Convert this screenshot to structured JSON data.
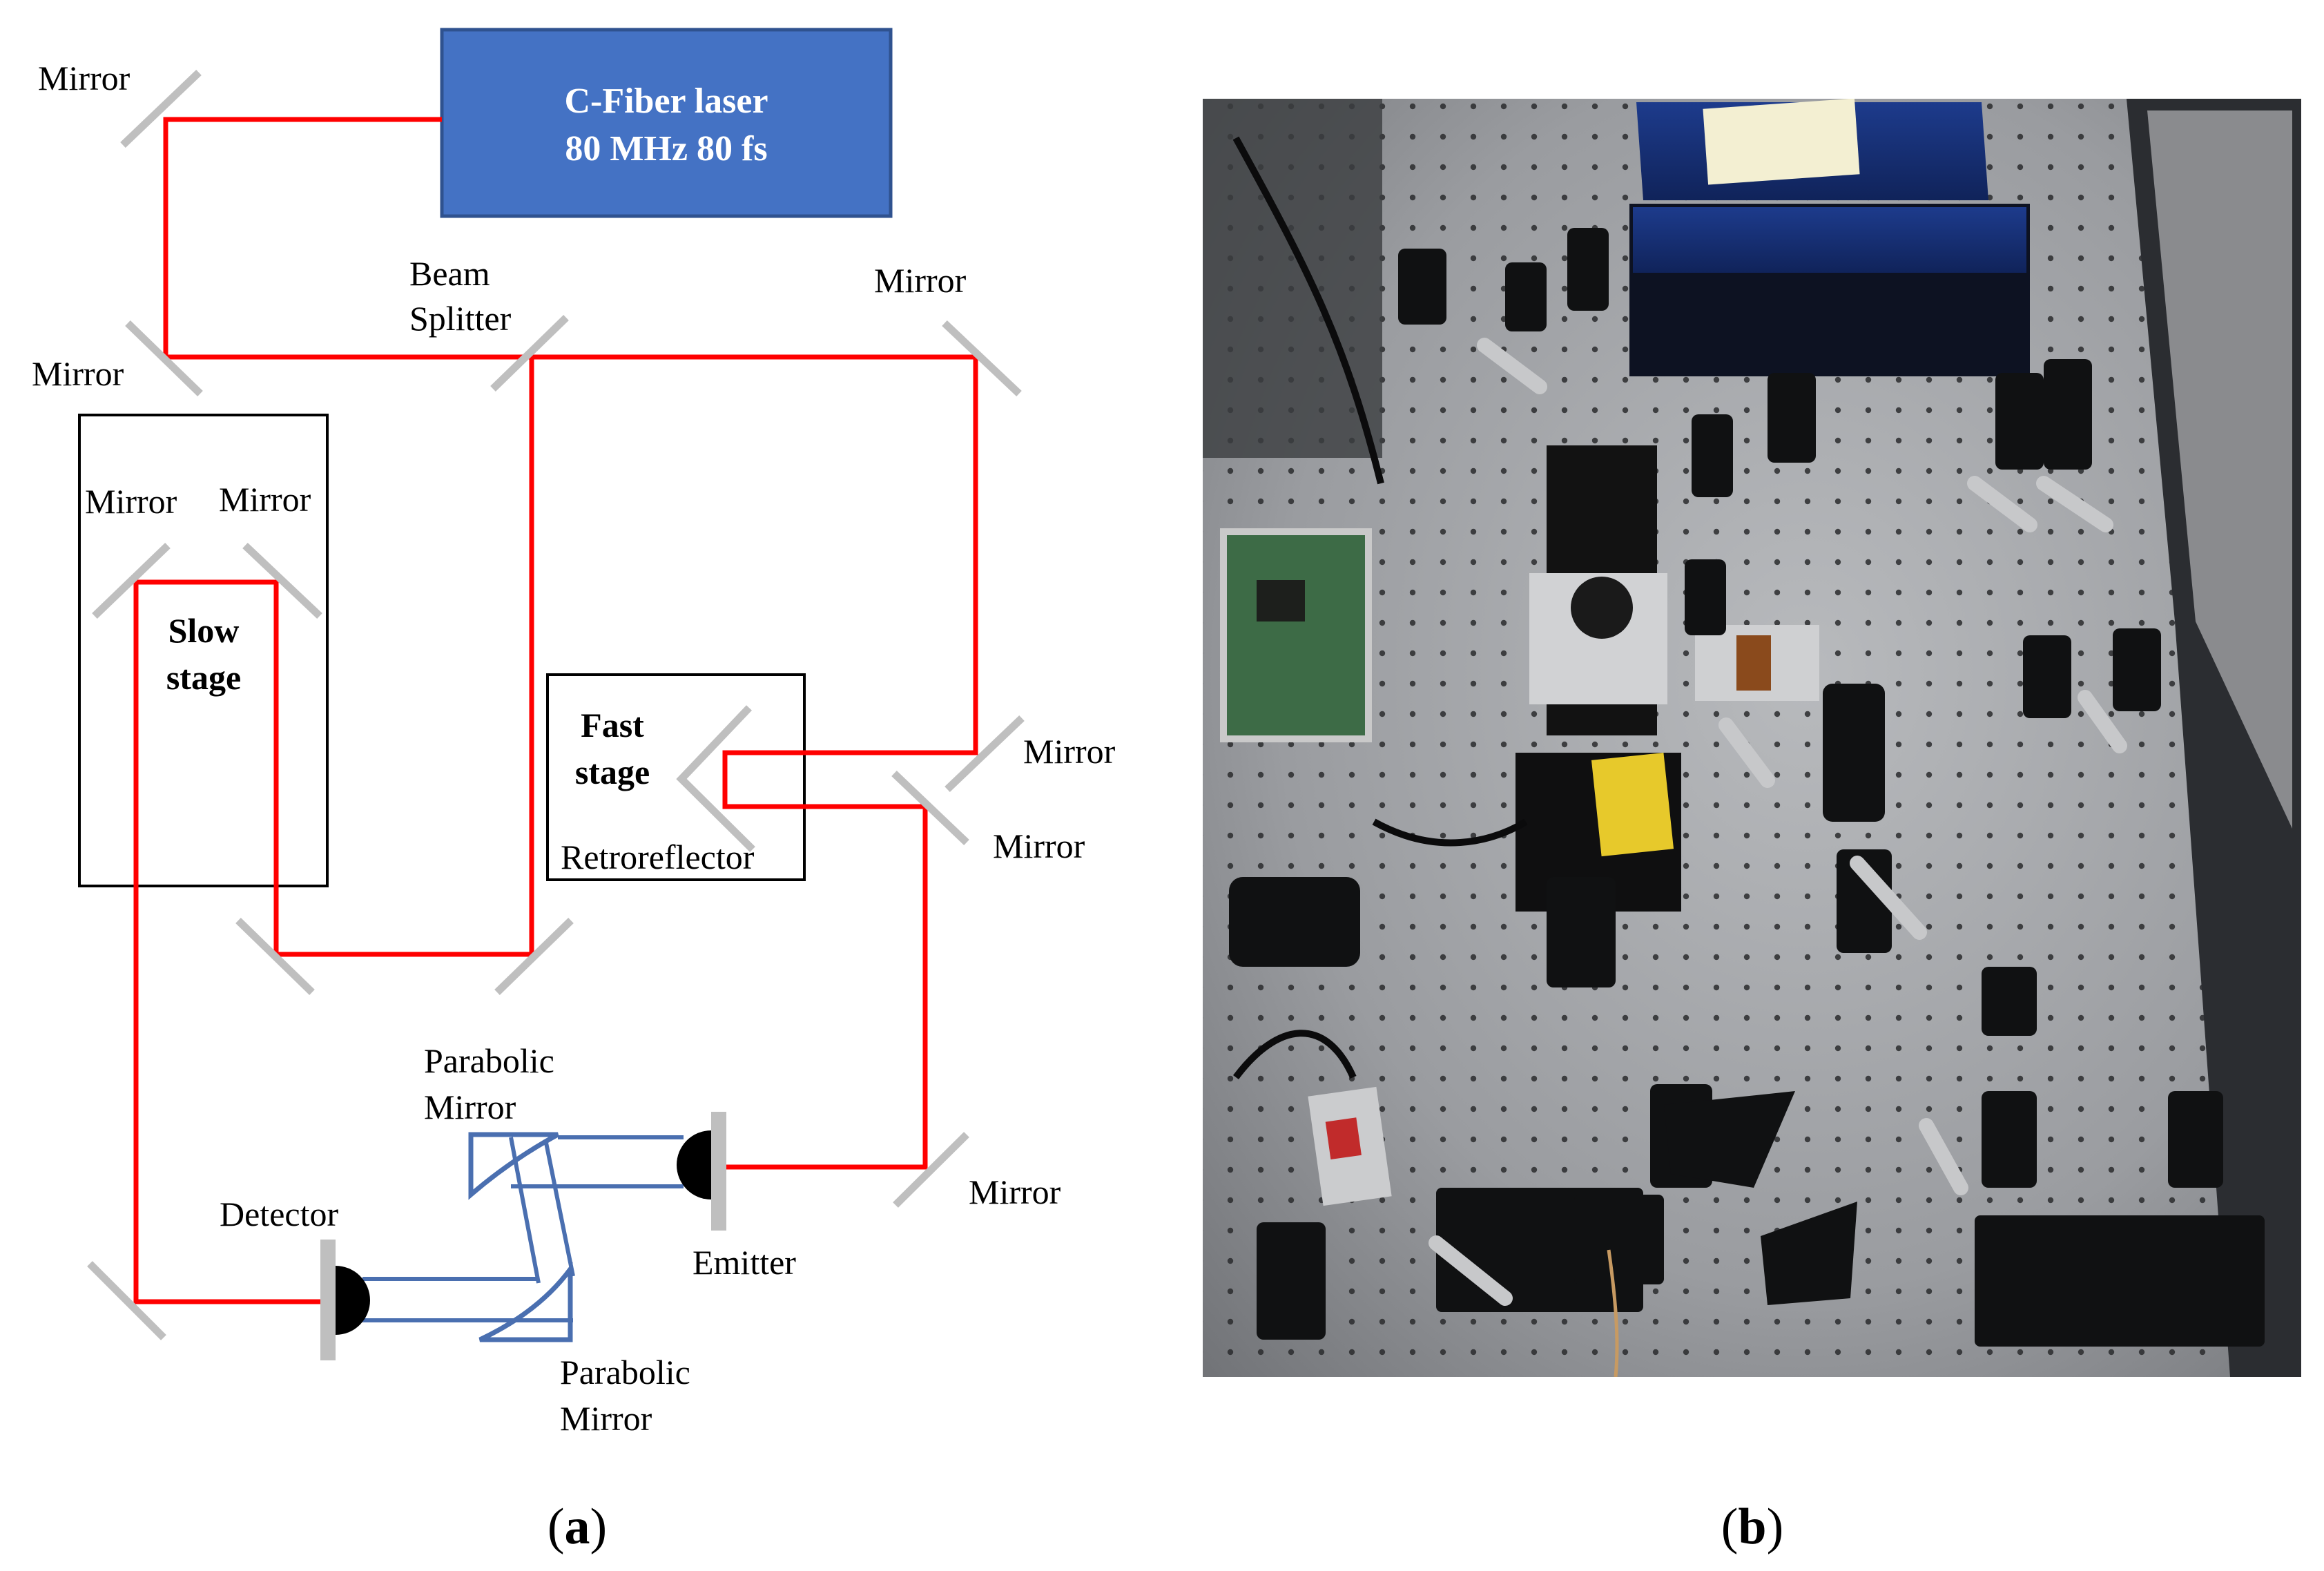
{
  "panel_a": {
    "laser": {
      "line1": "C-Fiber laser",
      "line2": "80 MHz 80 fs"
    },
    "labels": {
      "mirror": "Mirror",
      "beam_splitter_1": "Beam",
      "beam_splitter_2": "Splitter",
      "slow_stage_1": "Slow",
      "slow_stage_2": "stage",
      "fast_stage_1": "Fast",
      "fast_stage_2": "stage",
      "retroreflector": "Retroreflector",
      "parabolic_1": "Parabolic",
      "parabolic_2": "Mirror",
      "detector": "Detector",
      "emitter": "Emitter"
    }
  },
  "captions": {
    "a": "a",
    "b": "b"
  },
  "colors": {
    "laser_box": "#4472c4",
    "laser_border": "#2f528f",
    "optical_beam": "#ff0000",
    "thz_beam": "#4a6fb0",
    "mirror": "#bfbfbf",
    "table": "#8e9094",
    "component": "#111111"
  },
  "photo": {
    "subject": "optical table with THz time-domain spectroscopy setup"
  }
}
